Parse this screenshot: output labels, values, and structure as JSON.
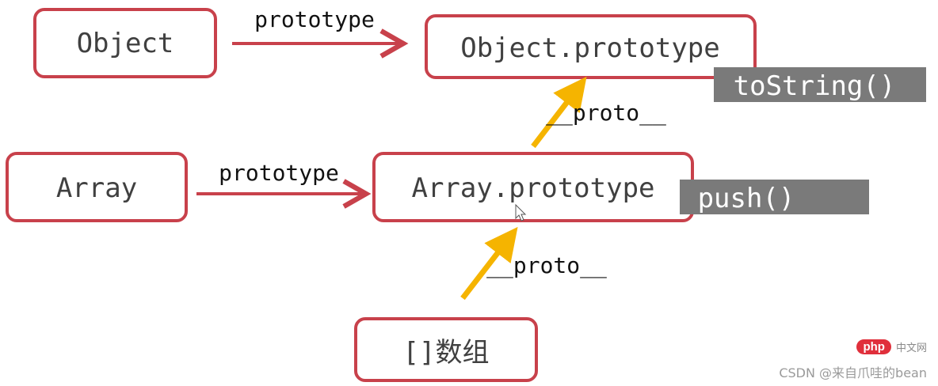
{
  "nodes": {
    "object": "Object",
    "object_prototype": "Object.prototype",
    "array": "Array",
    "array_prototype": "Array.prototype",
    "array_instance": "[]数组"
  },
  "edges": {
    "object_prototype_label": "prototype",
    "array_prototype_label": "prototype",
    "array_proto_to_object_proto_label": "__proto__",
    "instance_to_array_proto_label": "__proto__"
  },
  "methods": {
    "object_prototype_method": "toString()",
    "array_prototype_method": "push()"
  },
  "watermark": {
    "badge": "php",
    "site": "中文网",
    "credit": "CSDN @来自爪哇的bean"
  },
  "colors": {
    "node_border": "#c8414b",
    "prototype_arrow": "#c8414b",
    "proto_arrow": "#f5b400",
    "method_bg": "#7a7a7a"
  }
}
